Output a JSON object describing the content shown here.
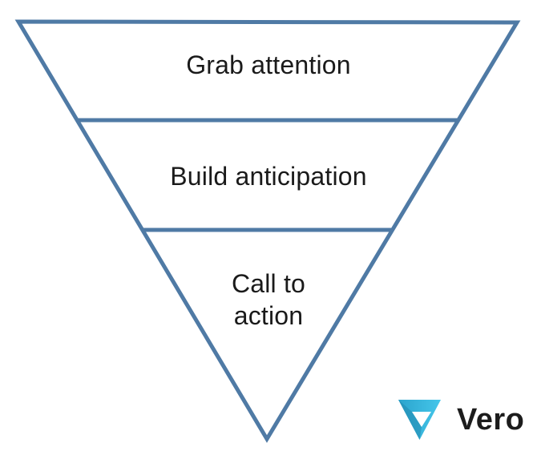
{
  "diagram": {
    "type": "inverted-pyramid-funnel",
    "levels": [
      {
        "label": "Grab attention"
      },
      {
        "label": "Build anticipation"
      },
      {
        "label": "Call to\naction"
      }
    ],
    "outline_color": "#4f7aa5",
    "background_color": "#ffffff",
    "text_color": "#1a1a1a"
  },
  "branding": {
    "logo_text": "Vero",
    "logo_icon": "vero-inverted-triangle-icon",
    "icon_color_light": "#45c6ea",
    "icon_color_mid": "#2ba4cd",
    "icon_color_dark": "#1f85ab",
    "text_color": "#1c1c1c"
  }
}
